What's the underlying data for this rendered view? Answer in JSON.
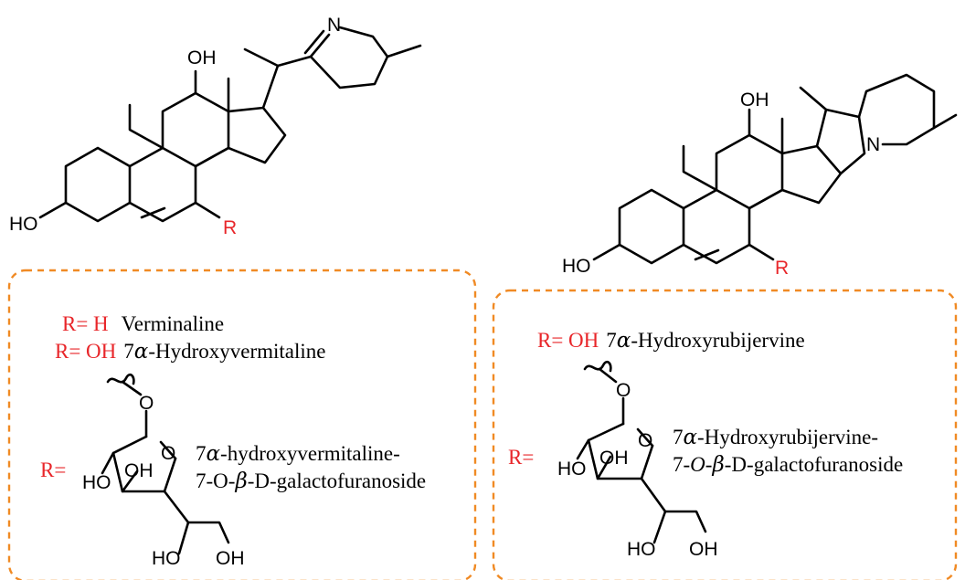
{
  "left": {
    "r_h": "R= H",
    "r_h_name": "Verminaline",
    "r_oh": "R= OH",
    "r_oh_name_prefix": "7",
    "r_oh_name_greek": "α",
    "r_oh_name_rest": "-Hydroxyvermitaline",
    "r_sugar": "R=",
    "sugar_name_line1_prefix": "7",
    "sugar_name_line1_greek": "α",
    "sugar_name_line1_rest": "-hydroxyvermitaline-",
    "sugar_name_line2_prefix": "7-O-",
    "sugar_name_line2_greek": "β",
    "sugar_name_line2_rest": "-D-galactofuranoside"
  },
  "right": {
    "r_oh": "R= OH",
    "r_oh_name_prefix": "7",
    "r_oh_name_greek": "α",
    "r_oh_name_rest": "-Hydroxyrubijervine",
    "r_sugar": "R=",
    "sugar_name_line1_prefix": "7",
    "sugar_name_line1_greek": "α",
    "sugar_name_line1_rest": "-Hydroxyrubijervine-",
    "sugar_name_line2_prefix": "7-",
    "sugar_name_line2_o": "O",
    "sugar_name_line2_dash": "-",
    "sugar_name_line2_greek": "β",
    "sugar_name_line2_rest": "-D-galactofuranoside"
  },
  "atoms": {
    "oh": "OH",
    "ho": "HO",
    "n": "N",
    "r": "R",
    "o": "O"
  },
  "colors": {
    "substituent_label": "#e8262a",
    "box_border": "#f08a24"
  }
}
